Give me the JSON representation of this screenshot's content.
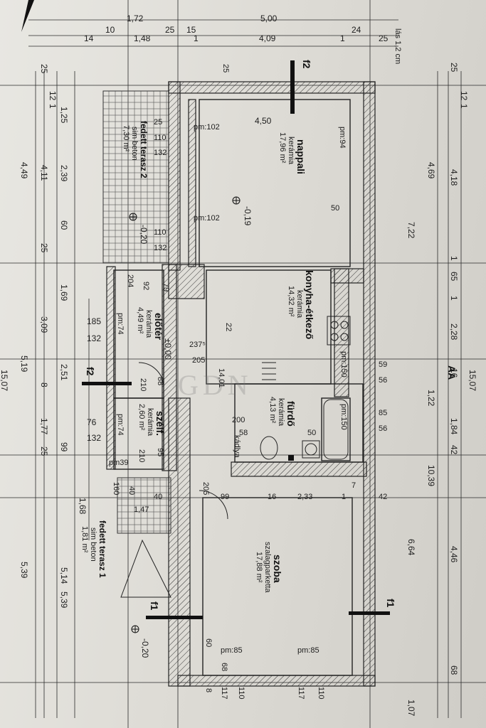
{
  "header": {
    "scale_note": "lás 1,2 cm"
  },
  "top_dims": [
    "1,72",
    "5,00",
    "14",
    "10",
    "1,48",
    "25",
    "15",
    "1",
    "4,09",
    "1",
    "24",
    "25"
  ],
  "rooms": {
    "nappali": {
      "name": "nappali",
      "floor": "kerámia",
      "area": "17,96 m²",
      "width": "4,50",
      "level": "-0,19"
    },
    "konyha": {
      "name": "konyha-étkező",
      "floor": "kerámia",
      "area": "14,32 m²"
    },
    "eloter": {
      "name": "előtér",
      "floor": "kerámia",
      "area": "4,49 m²",
      "level": "±0,00"
    },
    "furdo": {
      "name": "fürdő",
      "floor": "kerámia",
      "area": "4,13 m²",
      "kadi": "kádlya"
    },
    "szelfogo": {
      "name": "szélf.",
      "floor": "kerámia",
      "area": "2,60 m²"
    },
    "szoba": {
      "name": "szoba",
      "floor": "szalagparketta",
      "area": "17,88 m²"
    },
    "terasz2": {
      "name": "fedett terasz 2",
      "floor": "sim beton",
      "area": "7,30 m²",
      "level": "-0,20"
    },
    "terasz1": {
      "name": "fedett terasz 1",
      "floor": "sim beton",
      "area": "1,81 m²",
      "level": "-0,20"
    }
  },
  "section_marks": [
    "f2",
    "f2",
    "f1",
    "f1"
  ],
  "aa_mark": "AA",
  "left_dims": {
    "outer": [
      "25",
      "12",
      "1",
      "1,25",
      "4,11",
      "2,39",
      "60",
      "25",
      "1,69",
      "3,09",
      "2,51",
      "8",
      "1,77",
      "25",
      "99"
    ],
    "col2": [
      "4,49",
      "5,19",
      "15,07",
      "5,39"
    ],
    "mid": [
      "185",
      "132",
      "76",
      "132",
      "1,68",
      "5,14",
      "5,39"
    ]
  },
  "right_dims": {
    "inner": [
      "25",
      "12",
      "1",
      "4,18",
      "1",
      "65",
      "1",
      "2,28",
      "16",
      "1,84",
      "42",
      "4,46",
      "68"
    ],
    "outer": [
      "4,69",
      "7,22",
      "1,22",
      "10,39",
      "6,64",
      "1,07",
      "15,07"
    ]
  },
  "interior_labels": {
    "pm102a": "pm:102",
    "pm102b": "pm:102",
    "pm94": "pm:94",
    "pm74a": "pm:74",
    "pm74b": "pm:74",
    "pm150a": "pm:150",
    "pm150b": "pm:150",
    "pm85a": "pm:85",
    "pm85b": "pm:85",
    "pm39": "pm39",
    "d25a": "25",
    "d110a": "110",
    "d132a": "132",
    "d110b": "110",
    "d132b": "132",
    "d50a": "50",
    "d204": "204",
    "d92": "92",
    "d79": "79",
    "d22": "22",
    "d2375": "237⁵",
    "d205a": "205",
    "d1401": "14,01",
    "d210a": "210",
    "d88": "88",
    "d200": "200",
    "d58": "58",
    "d50b": "50",
    "d59": "59",
    "d56a": "56",
    "d85": "85",
    "d56b": "56",
    "d95": "95",
    "d210b": "210",
    "d160": "160",
    "d40a": "40",
    "d40b": "40",
    "d147": "1,47",
    "d205b": "205",
    "d99": "99",
    "d16": "16",
    "d233": "2,33",
    "d1": "1",
    "d42": "42",
    "d7": "7",
    "d60": "60",
    "d68": "68",
    "d117a": "117",
    "d110c": "110",
    "d117b": "117",
    "d110d": "110",
    "d8": "8",
    "d25b": "25"
  },
  "watermark": "GDN"
}
